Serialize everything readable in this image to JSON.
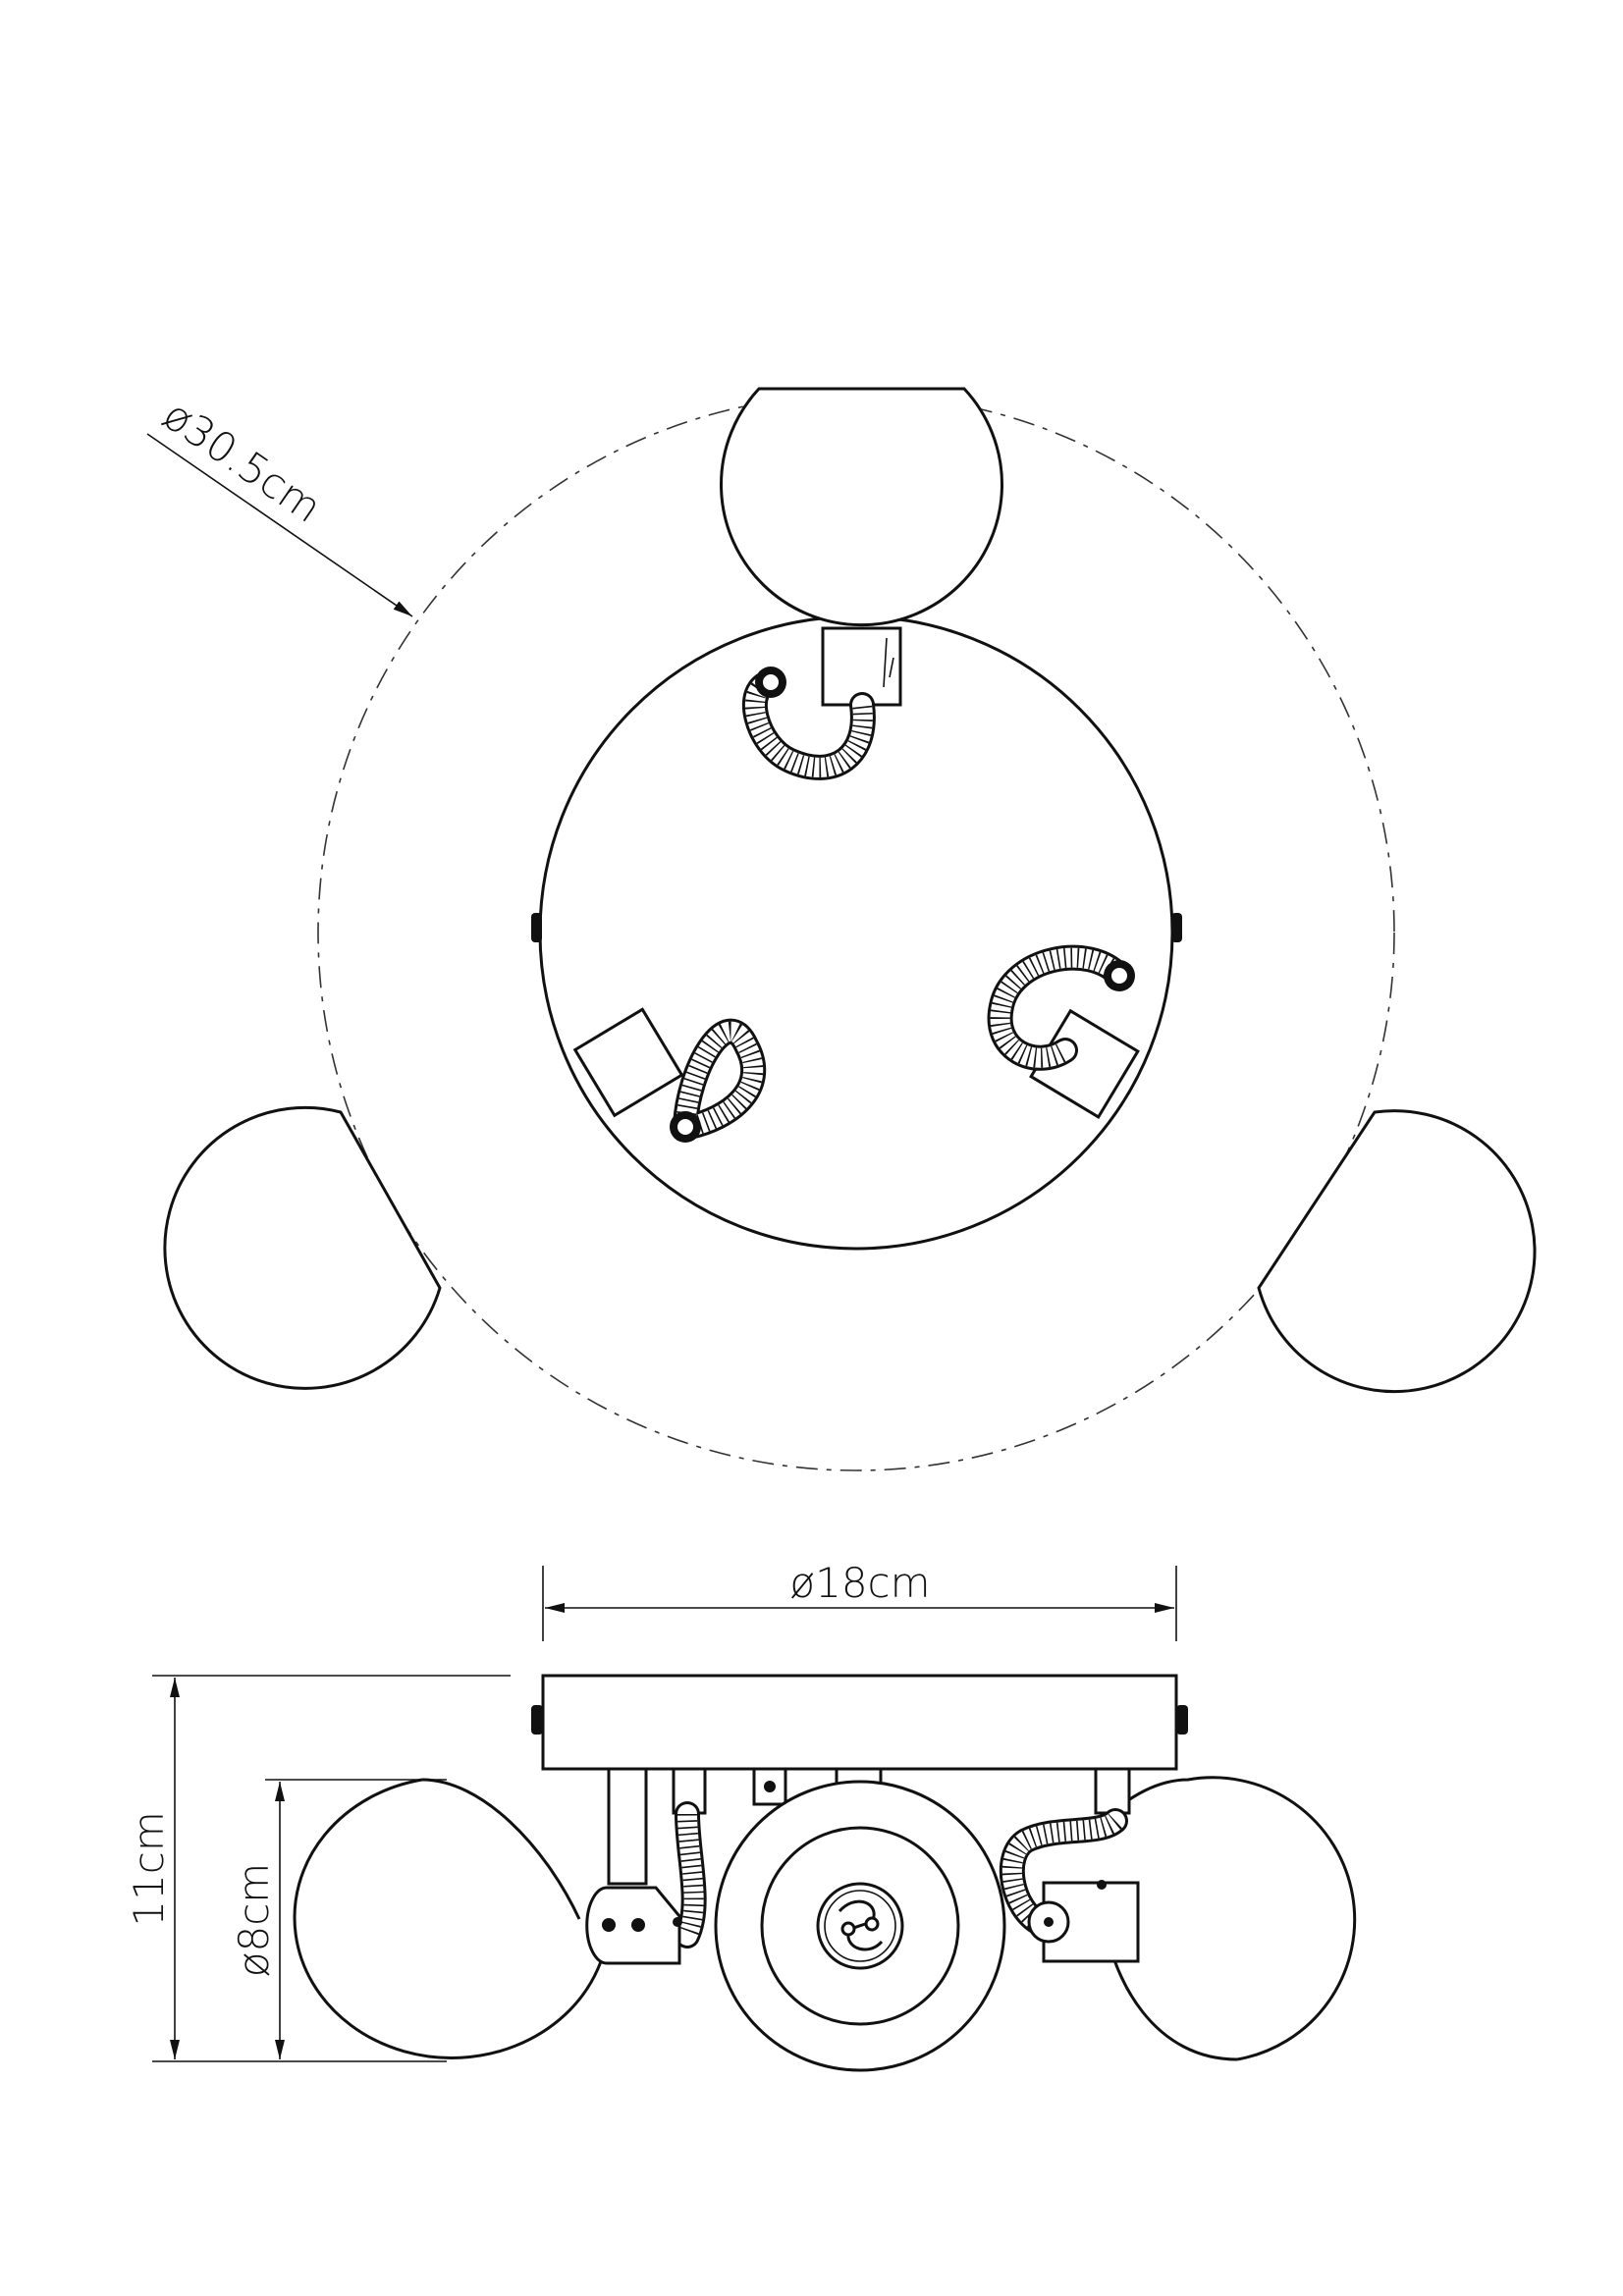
{
  "dimensions": {
    "overall_diameter": "ø30.5cm",
    "base_diameter": "ø18cm",
    "height": "11cm",
    "shade_diameter": "ø8cm"
  },
  "colors": {
    "line": "#111111",
    "background": "#ffffff"
  }
}
